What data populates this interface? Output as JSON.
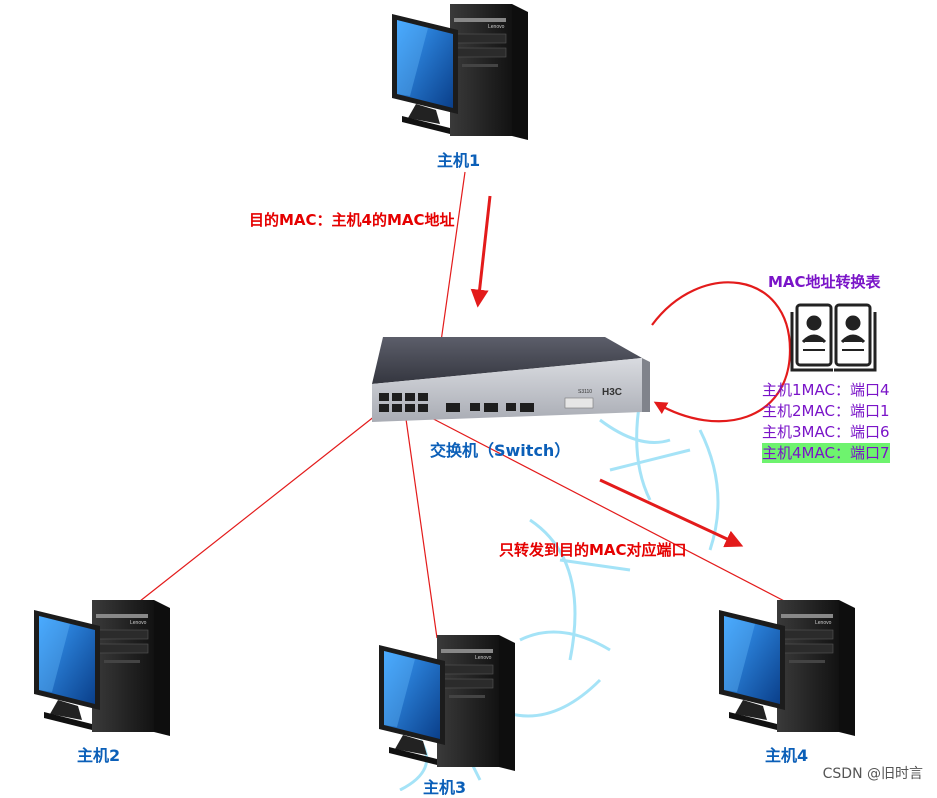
{
  "hosts": [
    {
      "label": "主机1"
    },
    {
      "label": "主机2"
    },
    {
      "label": "主机3"
    },
    {
      "label": "主机4"
    }
  ],
  "pc_brand": "Lenovo",
  "switch": {
    "label": "交换机（Switch）",
    "brand": "H3C",
    "model": "S3110"
  },
  "annotations": {
    "dest_mac": "目的MAC：主机4的MAC地址",
    "forward": "只转发到目的MAC对应端口"
  },
  "mac_table": {
    "title": "MAC地址转换表",
    "rows": [
      {
        "text": "主机1MAC：端口4",
        "highlight": false
      },
      {
        "text": "主机2MAC：端口1",
        "highlight": false
      },
      {
        "text": "主机3MAC：端口6",
        "highlight": false
      },
      {
        "text": "主机4MAC：端口7",
        "highlight": true
      }
    ]
  },
  "footer": "CSDN @旧时言",
  "colors": {
    "line": "#e31b1b",
    "host_label": "#0b5fb8",
    "table_text": "#7a14c8",
    "highlight": "#6ef36e",
    "watermark": "#4cc8f0"
  }
}
